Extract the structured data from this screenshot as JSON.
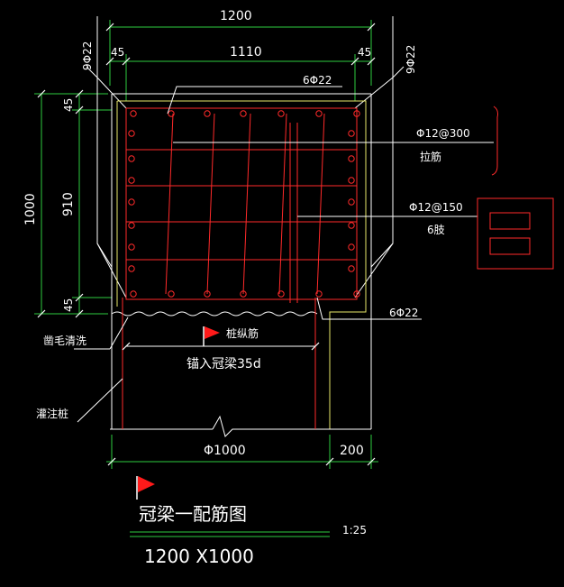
{
  "dimensions": {
    "total_width": "1200",
    "inner_width": "1110",
    "left_cover": "45",
    "right_cover": "45",
    "total_height": "1000",
    "inner_height": "910",
    "top_cover": "45",
    "bottom_cover": "45",
    "pile_diameter": "Φ1000",
    "offset": "200"
  },
  "rebar": {
    "side_left": "9Φ22",
    "side_right": "9Φ22",
    "top_bars": "6Φ22",
    "bottom_bars": "6Φ22",
    "tie_spec": "Φ12@300",
    "tie_name": "拉筋",
    "stirrup_spec": "Φ12@150",
    "stirrup_name": "6肢"
  },
  "annotations": {
    "chiseled": "凿毛清洗",
    "pile_bars": "桩纵筋",
    "anchorage": "锚入冠梁35d",
    "cast_pile": "灌注桩"
  },
  "title": {
    "name": "冠梁一配筋图",
    "scale": "1:25",
    "size": "1200 X1000"
  },
  "colors": {
    "background": "#000000",
    "dimension": "#2ecc40",
    "rebar": "#ff2a2a",
    "outline": "#ffffff",
    "pile_outline": "#e8e86a",
    "flag": "#ff1a1a"
  },
  "icons": [
    "flag-icon"
  ]
}
